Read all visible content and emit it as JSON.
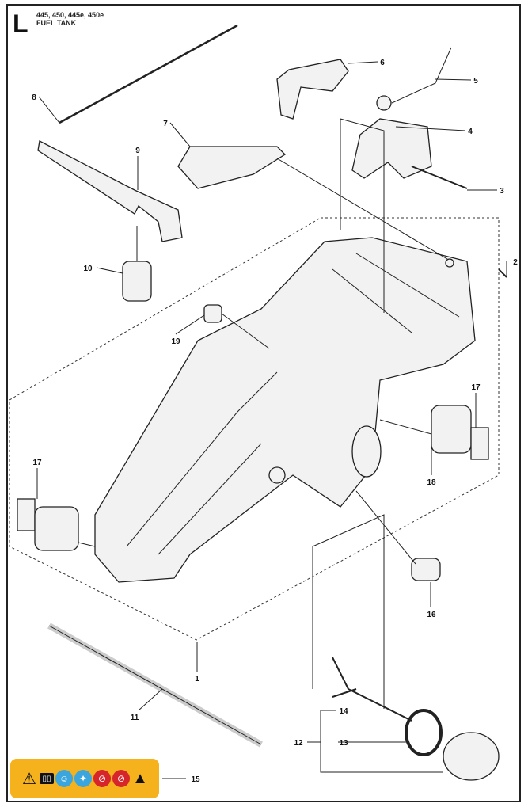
{
  "header": {
    "letter": "L",
    "models": "445, 450, 445e, 450e",
    "title": "FUEL TANK"
  },
  "callouts": [
    "1",
    "2",
    "3",
    "4",
    "5",
    "6",
    "7",
    "8",
    "9",
    "10",
    "11",
    "12",
    "13",
    "14",
    "15",
    "16",
    "17",
    "17",
    "18",
    "19"
  ],
  "warning_label": {
    "icons": [
      "warning-triangle-icon",
      "read-manual-icon",
      "wear-face-protection-icon",
      "wear-hearing-protection-icon",
      "no-smoking-icon",
      "no-open-flame-icon",
      "kickback-warning-icon"
    ],
    "color": "#f5b21c"
  }
}
